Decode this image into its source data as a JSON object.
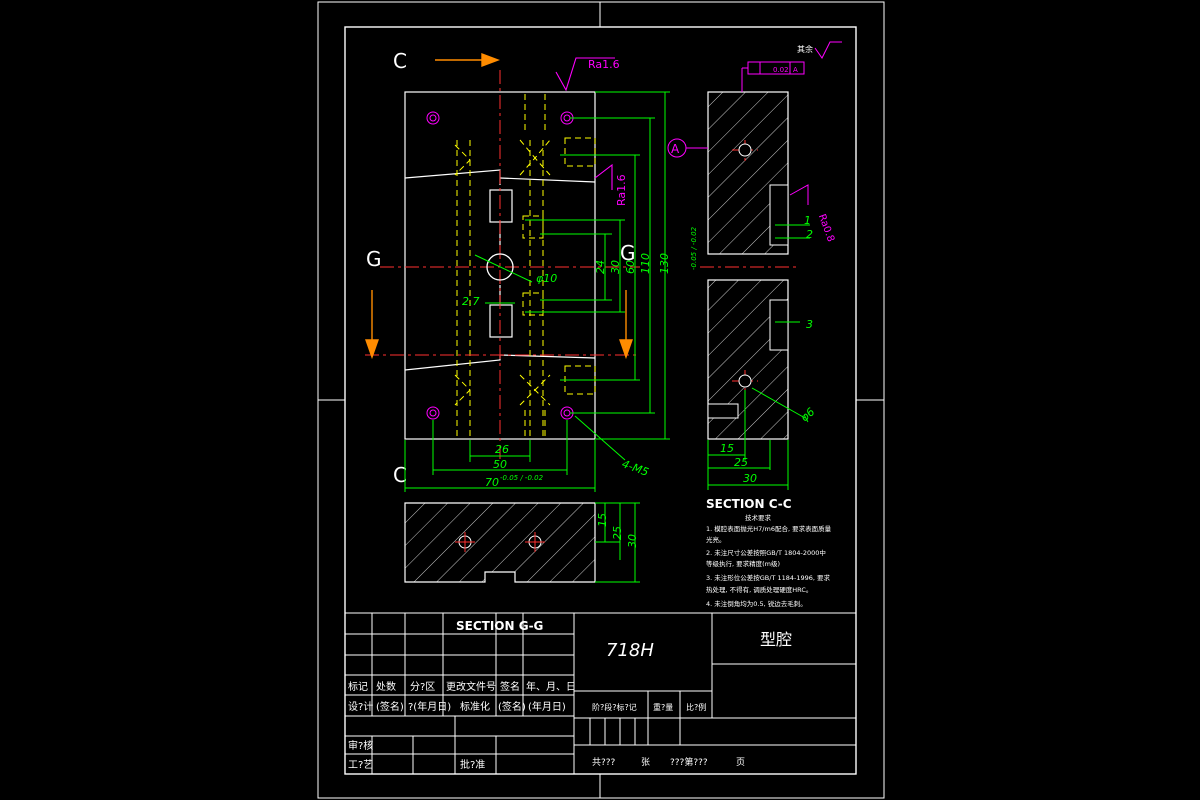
{
  "colors": {
    "background": "#000000",
    "frame": "#ffffff",
    "dimension": "#00ff00",
    "centerline": "#ff3030",
    "hidden": "#ffff00",
    "annotation": "#ff00ff",
    "section_arrow": "#ff8c00",
    "hatch": "#ffffff"
  },
  "section_marks": {
    "c_top": "C",
    "c_bottom": "C",
    "g_left": "G",
    "g_right": "G"
  },
  "roughness": {
    "top": "Ra1.6",
    "side": "Ra1.6",
    "right_view": "Ra0.8",
    "corner": "其余"
  },
  "datum": {
    "circle": "A",
    "tolerance": "0.02",
    "ref": "A"
  },
  "dimensions": {
    "d_26": "26",
    "d_50": "50",
    "d_70": "70",
    "d_70_tol": "-0.05 / -0.02",
    "d_27": "2.7",
    "d_24": "24",
    "d_30": "30",
    "d_60": "60",
    "d_110": "110",
    "d_130": "130",
    "d_130_tol": "-0.05 / -0.02",
    "phi10": "φ10",
    "holes": "4-M5",
    "r_1": "1",
    "r_2": "2",
    "r_3": "3",
    "r_15": "15",
    "r_25": "25",
    "r_30": "30",
    "r_phi6": "φ6",
    "b_15": "15",
    "b_25": "25",
    "b_30": "30"
  },
  "sections": {
    "cc_title": "SECTION C-C",
    "gg_title": "SECTION G-G"
  },
  "notes": {
    "heading": "技术要求",
    "items": [
      "1. 模腔表面抛光H7/m6配合, 要求表面质量",
      "   光亮。",
      "2. 未注尺寸公差按照GB/T 1804-2000中",
      "   等级执行, 要求精度(m级)",
      "3. 未注形位公差按GB/T 1184-1996, 要求",
      "   热处理, 不得有, 调质处理硬度HRC。",
      "4. 未注倒角均为0.5, 锐边去毛刺。"
    ]
  },
  "title_block": {
    "material": "718H",
    "part_name": "型腔",
    "row_labels": [
      "标记",
      "处数",
      "分?区",
      "更改文件号",
      "签名",
      "年、月、日"
    ],
    "design_row": [
      "设?计",
      "(签名)",
      "?(年月日)",
      "标准化",
      "(签名)",
      "(年月日)"
    ],
    "stage_header": [
      "阶?段?标?记",
      "重?量",
      "比?例"
    ],
    "review": "审?核",
    "process": "工?艺",
    "approve": "批?准",
    "sheet_total": "共???",
    "sheet_label": "张",
    "sheet_num": "???第???",
    "page": "页"
  }
}
